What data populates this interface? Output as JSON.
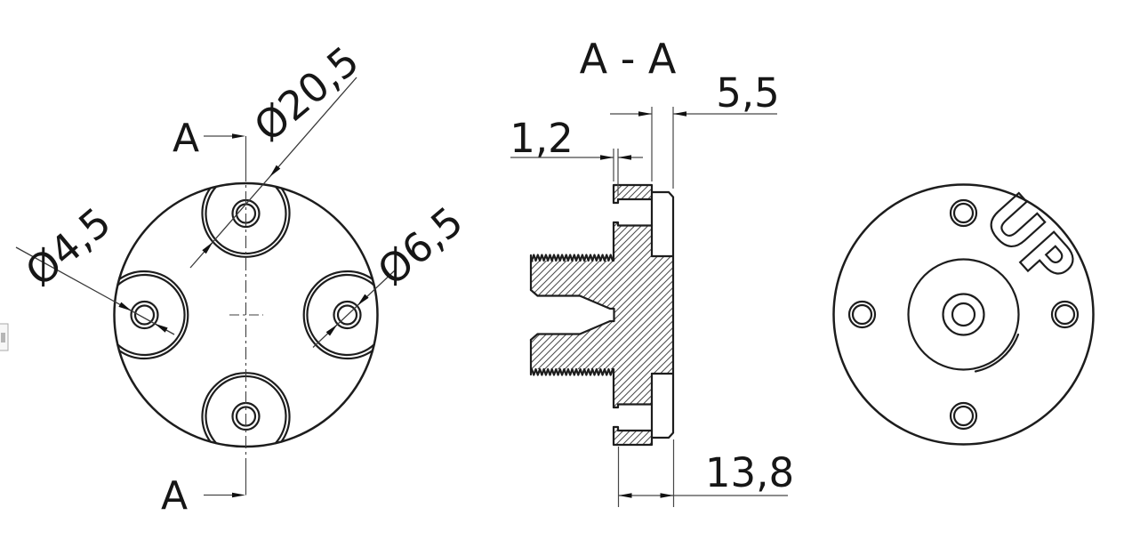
{
  "drawing": {
    "front_view": {
      "marker_top": "A",
      "marker_bottom": "A",
      "dim_pocket": "Ø20,5",
      "dim_hole": "Ø4,5",
      "dim_cbore": "Ø6,5"
    },
    "section_view": {
      "title": "A - A",
      "dim_wall": "1,2",
      "dim_step": "5,5",
      "dim_height": "13,8"
    },
    "back_view": {
      "engraving": "UP"
    },
    "colors": {
      "line": "#1d1d1d",
      "thin_line": "#474747",
      "background": "#ffffff"
    }
  }
}
